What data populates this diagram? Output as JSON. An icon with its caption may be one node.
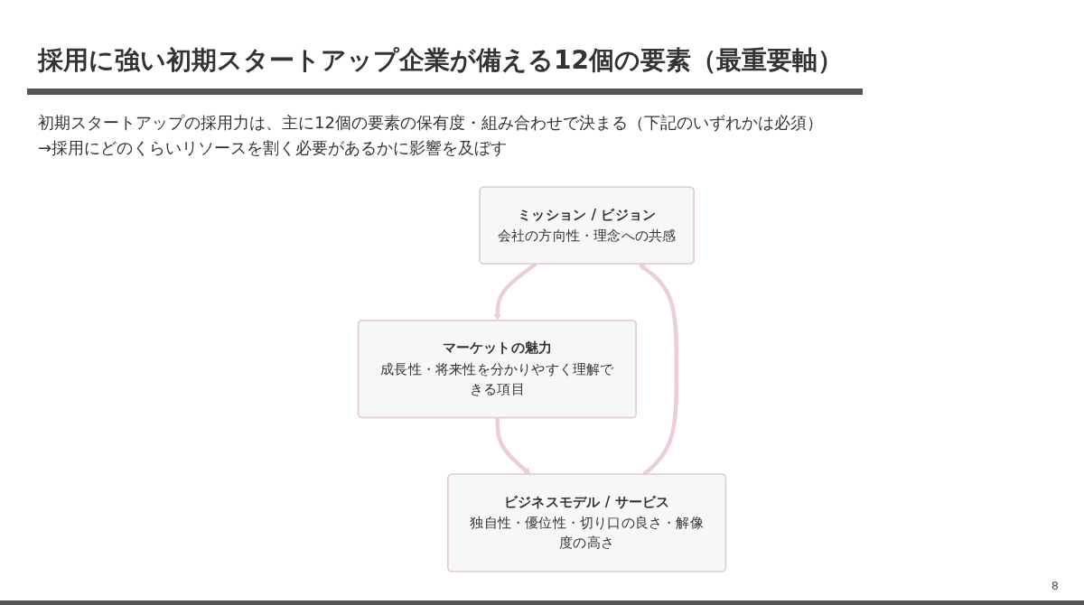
{
  "diagram": {
    "title": "採用に強い初期スタートアップ企業が備える12個の要素（最重要軸）",
    "nodes": [
      {
        "text": [
          "ミッション / ビジョン",
          "会社の方向性・理念への共感"
        ]
      },
      {
        "text": [
          "マーケットの魅力",
          "成長性・将来性を分かりやすく理解できる項目"
        ]
      },
      {
        "text": [
          "ビジネスモデル / サービス",
          "独自性・優位性・切り口の良さ・解像度の高さ"
        ]
      }
    ],
    "edges": [
      {
        "from": 0,
        "to": 1,
        "arrow": "to"
      },
      {
        "from": 1,
        "to": 2,
        "arrow": "to"
      },
      {
        "from": 2,
        "to": 0,
        "arrow": "to"
      }
    ],
    "labels": [
      "初期スタートアップの採用力は、主に12個の要素の保有度・組み合わせで決まる（下記のいずれかは必須）",
      "→採用にどのくらいリソースを割く必要があるかに影響を及ぼす",
      "8"
    ]
  }
}
